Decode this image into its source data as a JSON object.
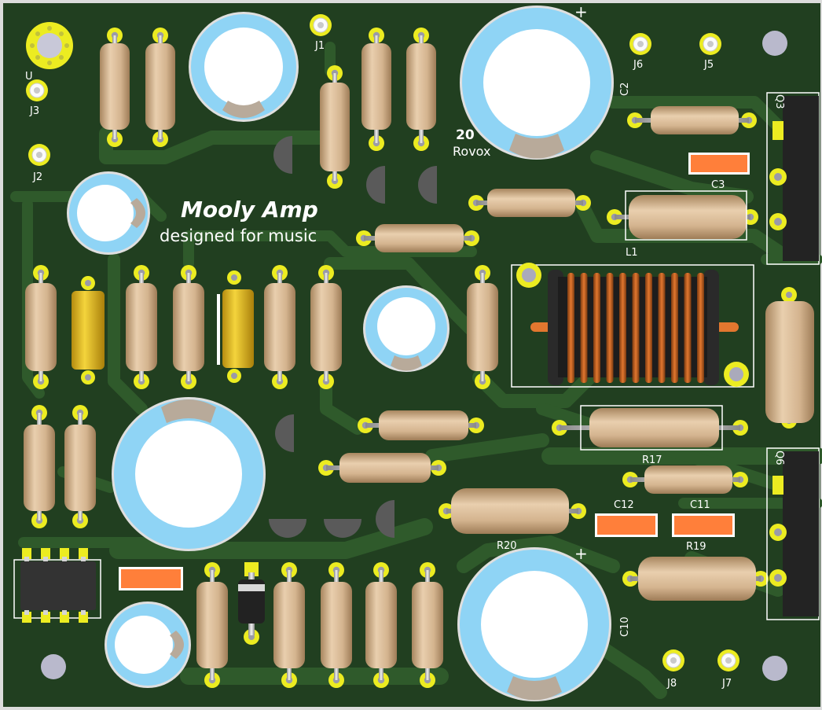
{
  "board": {
    "title": "Mooly Amp",
    "subtitle": "designed for music",
    "year_fragment": "20",
    "author_fragment": "Rovox",
    "colors": {
      "substrate": "#213f20",
      "copper": "#2f5a2b",
      "pad": "#ecec21",
      "resistor": "#d4b48f",
      "cap_blue": "#8fd4f5",
      "smd": "#ff7f3a",
      "film_cap": "#e0b820"
    }
  },
  "labels": {
    "J1": "J1",
    "J2": "J2",
    "J3": "J3",
    "J5": "J5",
    "J6": "J6",
    "J7": "J7",
    "J8": "J8",
    "C2": "C2",
    "C3": "C3",
    "C10": "C10",
    "C11": "C11",
    "C12": "C12",
    "L1": "L1",
    "R17": "R17",
    "R19": "R19",
    "R20": "R20",
    "Q_top": "Q3",
    "Q_bot": "Q6",
    "U": "U",
    "plus_top": "+",
    "plus_bottom": "+"
  }
}
